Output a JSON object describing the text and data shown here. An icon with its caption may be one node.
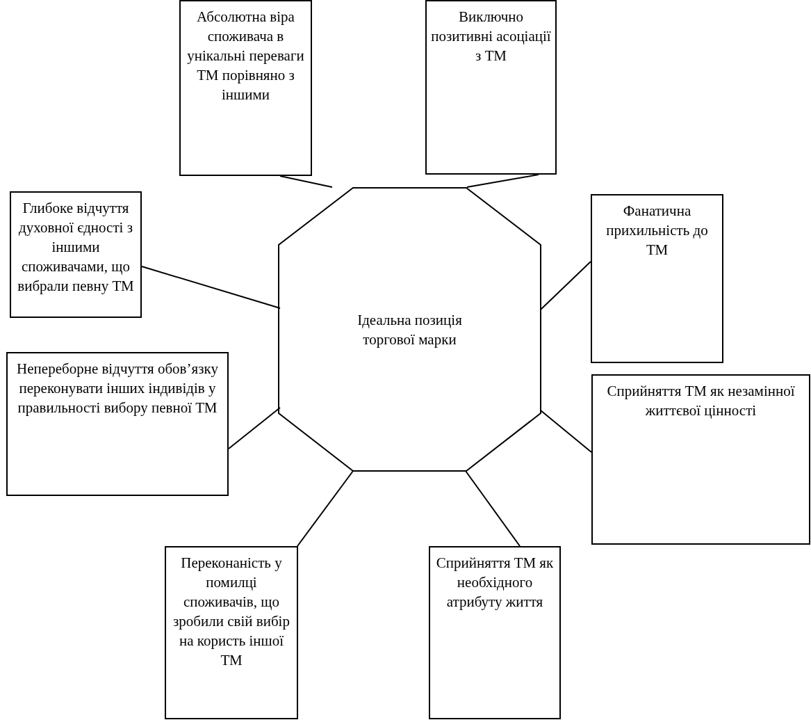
{
  "diagram": {
    "nodes": [
      {
        "text": [
          "Ідеальна позиція торгової марки"
        ]
      },
      {
        "text": [
          "Абсолютна віра споживача в унікальні переваги ТМ порівняно з іншими"
        ]
      },
      {
        "text": [
          "Виключно позитивні асоціації з ТМ"
        ]
      },
      {
        "text": [
          "Глибоке відчуття духовної єдності з іншими споживачами, що вибрали певну ТМ"
        ]
      },
      {
        "text": [
          "Фанатична прихильність до ТМ"
        ]
      },
      {
        "text": [
          "Непереборне відчуття обов’язку переконувати інших індивідів у правильності вибору певної ТМ"
        ]
      },
      {
        "text": [
          "Сприйняття ТМ як незамінної життєвої цінності"
        ]
      },
      {
        "text": [
          "Переконаність у помилці споживачів, що зробили свій вибір на користь іншої ТМ"
        ]
      },
      {
        "text": [
          "Сприйняття ТМ як необхідного атрибуту життя"
        ]
      }
    ],
    "edges": [
      {
        "from": 0,
        "to": 1,
        "arrow": "none"
      },
      {
        "from": 0,
        "to": 2,
        "arrow": "none"
      },
      {
        "from": 0,
        "to": 3,
        "arrow": "none"
      },
      {
        "from": 0,
        "to": 4,
        "arrow": "none"
      },
      {
        "from": 0,
        "to": 5,
        "arrow": "none"
      },
      {
        "from": 0,
        "to": 6,
        "arrow": "none"
      },
      {
        "from": 0,
        "to": 7,
        "arrow": "none"
      },
      {
        "from": 0,
        "to": 8,
        "arrow": "none"
      }
    ]
  }
}
